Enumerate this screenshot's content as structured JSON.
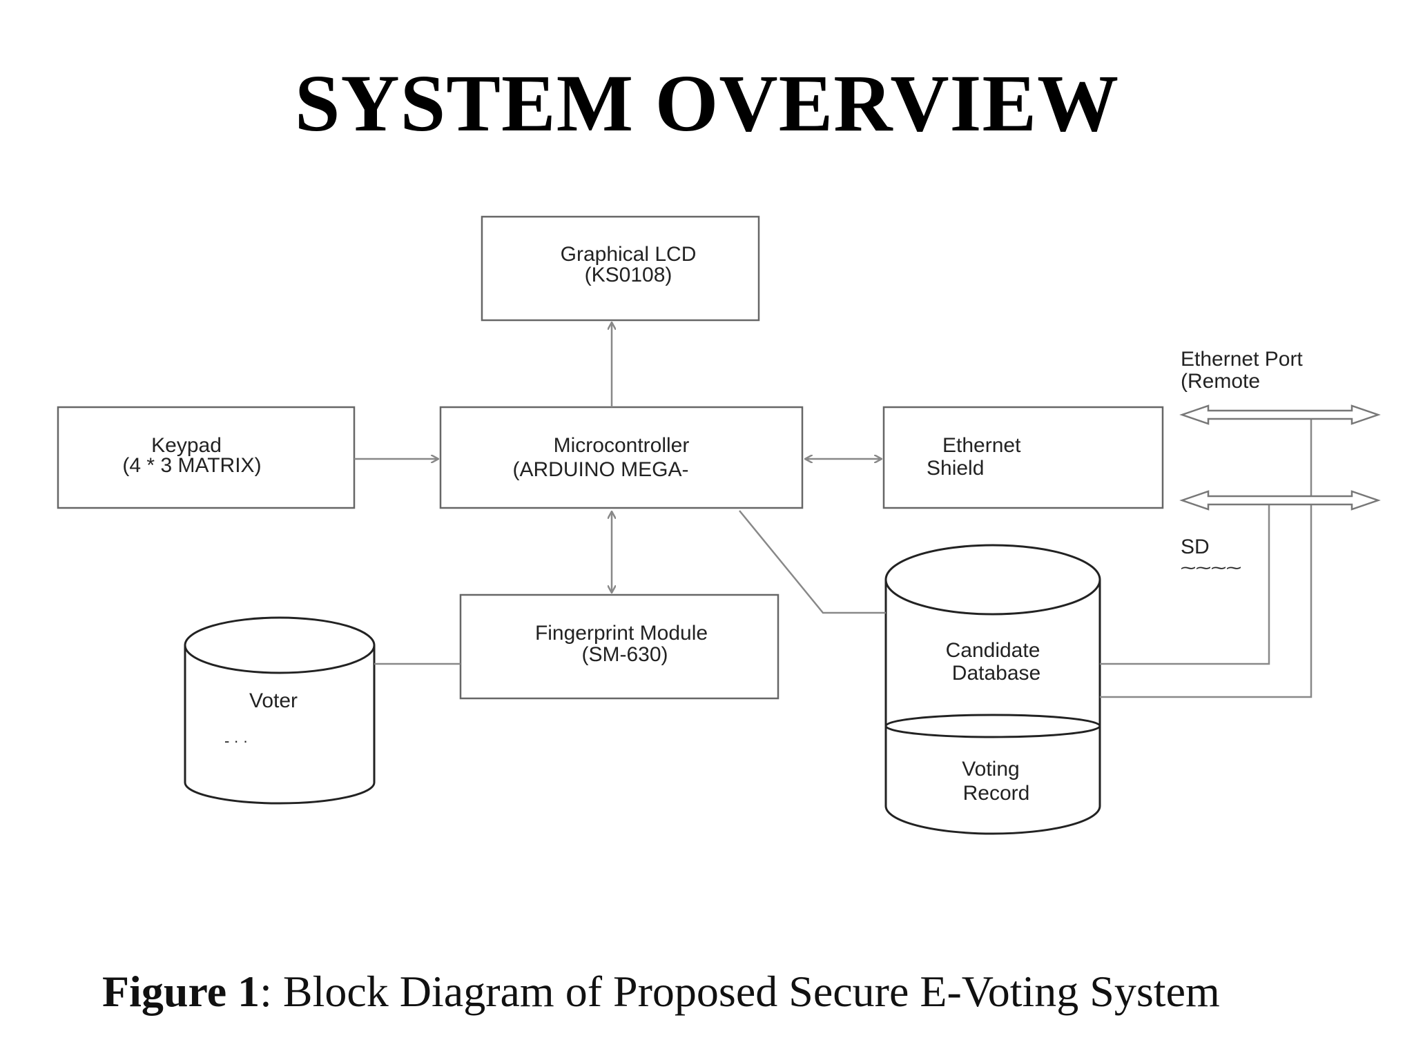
{
  "title": "SYSTEM OVERVIEW",
  "blocks": {
    "lcd": {
      "line1": "Graphical LCD",
      "line2": "(KS0108)"
    },
    "keypad": {
      "line1": "Keypad",
      "line2": "(4 * 3 MATRIX)"
    },
    "micro": {
      "line1": "Microcontroller",
      "line2": "(ARDUINO MEGA-"
    },
    "ethernet_shield": {
      "line1": "Ethernet",
      "line2": "Shield"
    },
    "fingerprint": {
      "line1": "Fingerprint Module",
      "line2": "(SM-630)"
    },
    "voter_db": {
      "line1": "Voter"
    },
    "candidate_db": {
      "line1": "Candidate",
      "line2": "Database"
    },
    "voting_record": {
      "line1": "Voting",
      "line2": "Record"
    },
    "ethernet_port": {
      "line1": "Ethernet Port",
      "line2": "(Remote"
    },
    "sd_card": {
      "line1": "SD"
    }
  },
  "caption": {
    "label": "Figure 1",
    "text": ": Block Diagram of Proposed Secure E-Voting System"
  }
}
